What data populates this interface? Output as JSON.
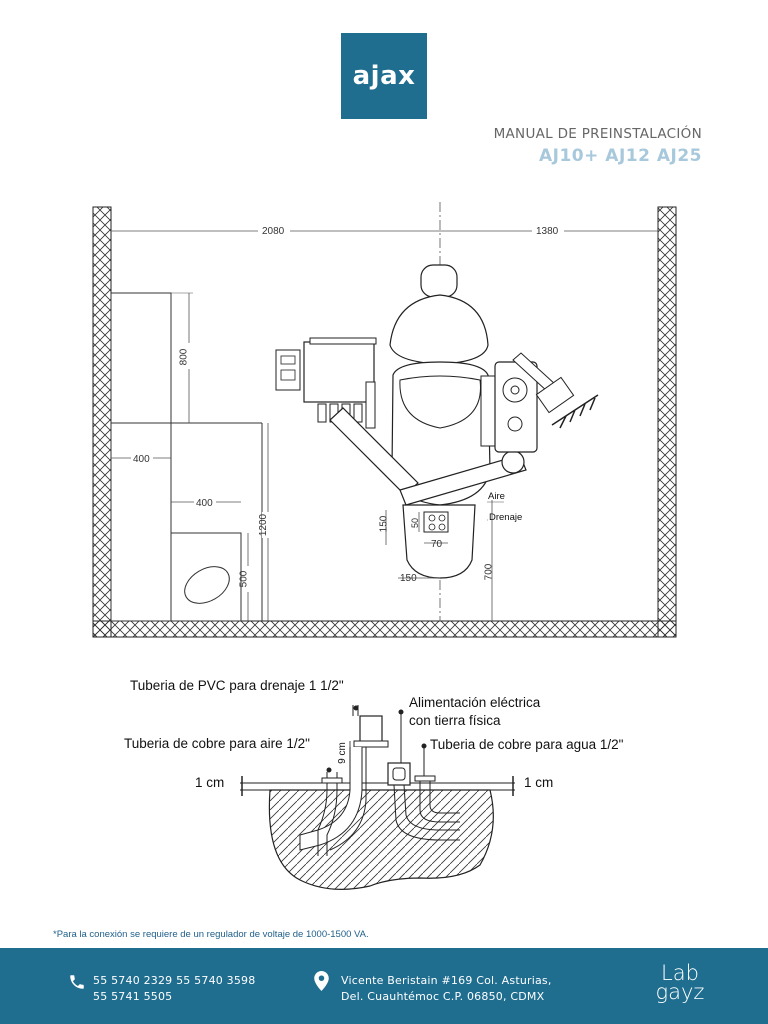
{
  "header": {
    "logo_text": "ajax",
    "title": "MANUAL DE PREINSTALACIÓN",
    "models": "AJ10+ AJ12 AJ25",
    "colors": {
      "brand_blue": "#1f6d8f",
      "models_light_blue": "#a8c8dc"
    }
  },
  "plan": {
    "dim_left": "2080",
    "dim_right": "1380",
    "dim_cabinet_height": "800",
    "dim_cabinet_depth": "400",
    "dim_unit_depth": "400",
    "dim_wall_height": "1200",
    "dim_low_height": "500",
    "dim_box_depth": "150",
    "dim_box_small": "50",
    "dim_box_width": "70",
    "dim_box_offset": "150",
    "dim_floor_offset": "700",
    "label_air": "Aire",
    "label_drain": "Drenaje"
  },
  "section": {
    "pvc_drain": "Tuberia de PVC para drenaje 1 1/2\"",
    "power_line1": "Alimentación eléctrica",
    "power_line2": "con tierra física",
    "copper_air": "Tuberia de cobre para aire 1/2\"",
    "copper_water": "Tuberia de cobre para agua 1/2\"",
    "height_9cm": "9 cm",
    "left_1cm": "1 cm",
    "right_1cm": "1 cm"
  },
  "note": "*Para la conexión se requiere de un regulador de voltaje de 1000-1500 VA.",
  "footer": {
    "phone_line1": "55 5740 2329  55 5740 3598",
    "phone_line2": "55 5741 5505",
    "address_line1": "Vicente Beristain #169 Col. Asturias,",
    "address_line2": "Del. Cuauhtémoc C.P. 06850, CDMX",
    "brand_line1": "Lab",
    "brand_line2": "gayz",
    "icons": [
      "phone-icon",
      "location-pin-icon"
    ]
  }
}
